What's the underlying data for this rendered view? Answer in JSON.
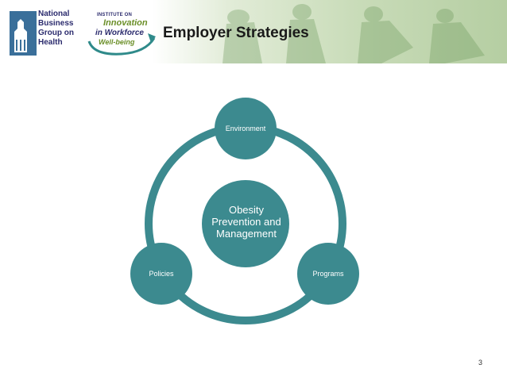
{
  "header": {
    "logo_name": "National Business Group on Health",
    "institute_line1": "INSTITUTE ON",
    "institute_line2": "Innovation",
    "institute_line3": "in Workforce",
    "institute_line4": "Well-being",
    "title": "Employer Strategies"
  },
  "diagram": {
    "center": "Obesity Prevention and Management",
    "nodes": [
      {
        "label": "Environment"
      },
      {
        "label": "Programs"
      },
      {
        "label": "Policies"
      }
    ]
  },
  "footer": {
    "page_number": "3"
  },
  "colors": {
    "teal": "#3c8a8f",
    "title": "#1a1a1a",
    "header_green": "#c9dcb9"
  }
}
